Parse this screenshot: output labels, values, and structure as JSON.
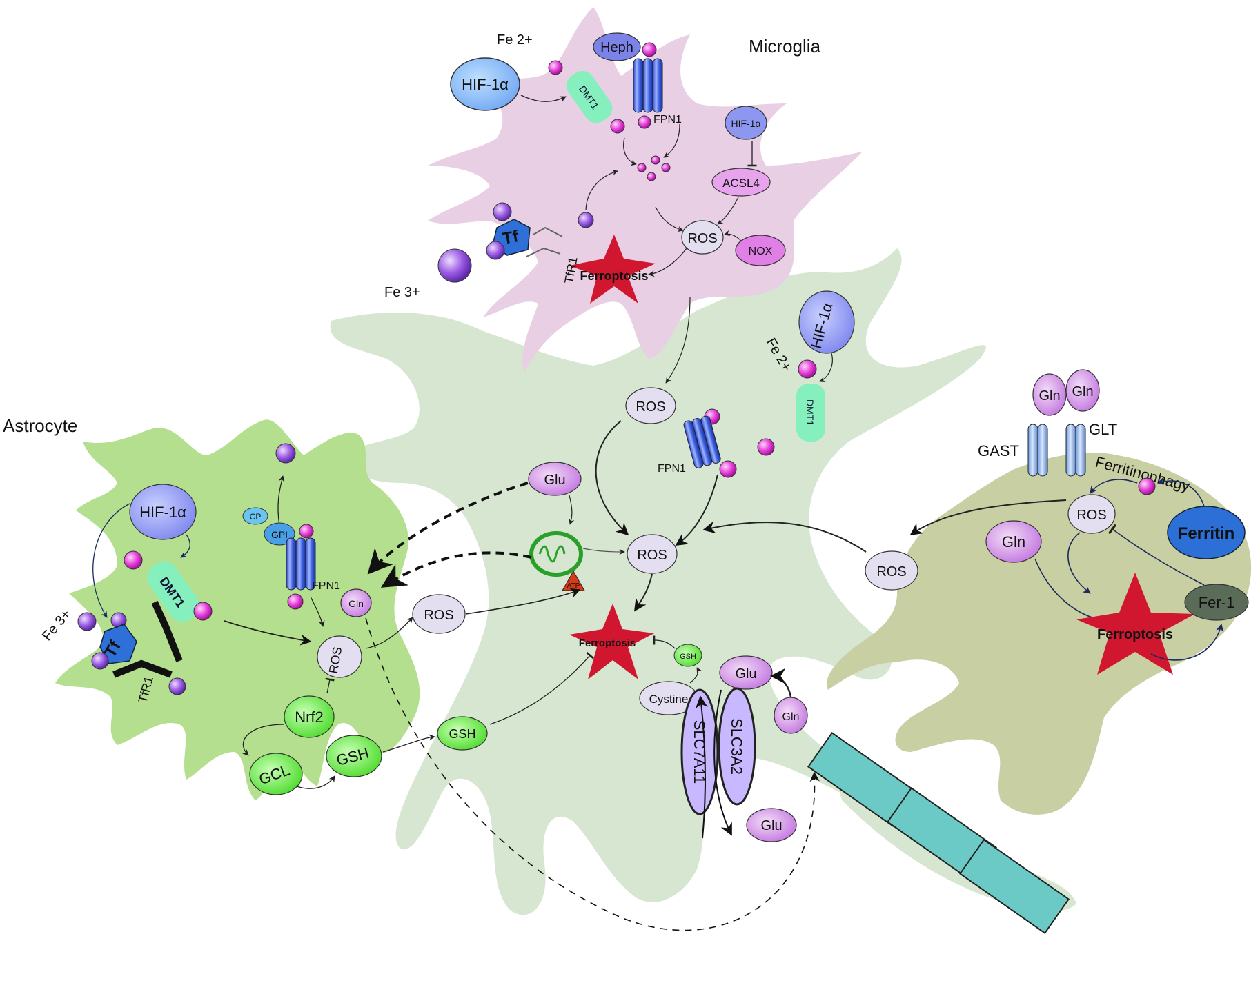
{
  "cells": {
    "microglia": "Microglia",
    "astrocyte": "Astrocyte"
  },
  "microglia": {
    "fe2": "Fe 2+",
    "fe3": "Fe 3+",
    "hif_left": "HIF-1α",
    "dmt1": "DMT1",
    "heph": "Heph",
    "fpn1": "FPN1",
    "hif_small": "HIF-1α",
    "acsl4": "ACSL4",
    "ros": "ROS",
    "nox": "NOX",
    "tf": "Tf",
    "tfr1": "TfR1",
    "ferroptosis": "Ferroptosis"
  },
  "neuron": {
    "hif": "HIF-1α",
    "fe2": "Fe 2+",
    "dmt1": "DMT1",
    "fpn1": "FPN1",
    "ros_top": "ROS",
    "glu": "Glu",
    "ros_center": "ROS",
    "atp": "ATP",
    "ferroptosis": "Ferroptosis",
    "gsh_small": "GSH",
    "glu_transporter": "Glu",
    "cystine": "Cystine",
    "gln": "Gln",
    "slc7a11": "SLC7A11",
    "slc3a2": "SLC3A2",
    "glu_out": "Glu",
    "ros_right": "ROS"
  },
  "astro": {
    "hif": "HIF-1α",
    "dmt1": "DMT1",
    "fe3": "Fe 3+",
    "tf": "Tf",
    "tfr1": "TfR1",
    "cp": "CP",
    "gpi": "GPI",
    "fpn1": "FPN1",
    "gln": "Gln",
    "ros": "ROS",
    "nrf2": "Nrf2",
    "gcl": "GCL",
    "gsh": "GSH",
    "ros_out": "ROS",
    "gsh_out": "GSH"
  },
  "oligo": {
    "gln1": "Gln",
    "gln2": "Gln",
    "gast": "GAST",
    "glt": "GLT",
    "ferritinophagy": "Ferritinophagy",
    "ros": "ROS",
    "ferritin": "Ferritin",
    "gln": "Gln",
    "ferroptosis": "Ferroptosis",
    "fer1": "Fer-1"
  },
  "colors": {
    "microglia_body": "#e8cfe3",
    "astrocyte_body": "#b4df8f",
    "neuron_body": "#d6e6d0",
    "oligo_body": "#c8cfa3",
    "myelin": "#6ccac6",
    "ferroptosis": "#d0172f",
    "iron_pink": "#e03bd4",
    "iron_purple": "#9b5de0",
    "ros_fill": "#e3def0",
    "gsh_green": "#6ef04f",
    "hif_blue": "#8d97f0",
    "transporter_blue": "#4a6fe0"
  }
}
